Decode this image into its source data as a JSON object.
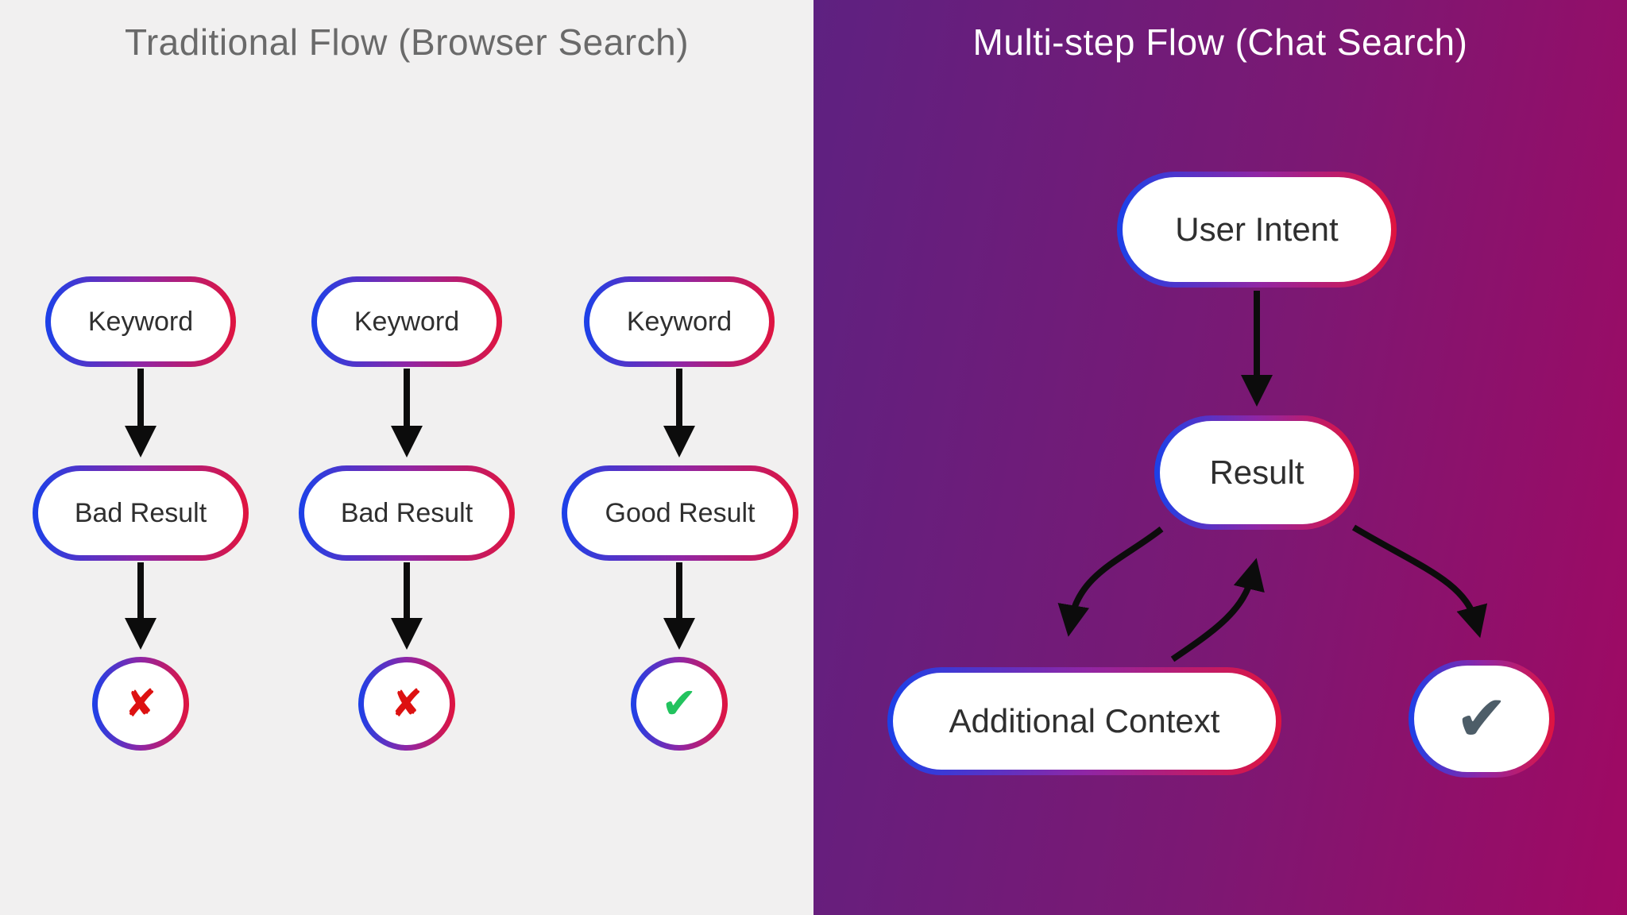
{
  "left_panel": {
    "title": "Traditional Flow (Browser Search)",
    "columns": [
      {
        "keyword": "Keyword",
        "result": "Bad Result",
        "outcome": "fail"
      },
      {
        "keyword": "Keyword",
        "result": "Bad Result",
        "outcome": "fail"
      },
      {
        "keyword": "Keyword",
        "result": "Good Result",
        "outcome": "success"
      }
    ]
  },
  "right_panel": {
    "title": "Multi-step Flow (Chat Search)",
    "nodes": {
      "user_intent": "User Intent",
      "result": "Result",
      "additional_context": "Additional Context"
    }
  },
  "glyphs": {
    "fail": "✘",
    "success": "✔"
  },
  "colors": {
    "left_background": "#f1f0f0",
    "right_background_start": "#5e2181",
    "right_background_end": "#a00963",
    "pill_border_start": "#1b41e9",
    "pill_border_mid": "#8f26a5",
    "pill_border_end": "#e0143f",
    "fail_glyph": "#dd1111",
    "success_glyph_green": "#22c35e",
    "success_glyph_slate": "#4d5d68",
    "arrow": "#0c0c0c",
    "left_title_text": "#6a6a6a",
    "right_title_text": "#ffffff",
    "node_text": "#2f2f2f"
  }
}
